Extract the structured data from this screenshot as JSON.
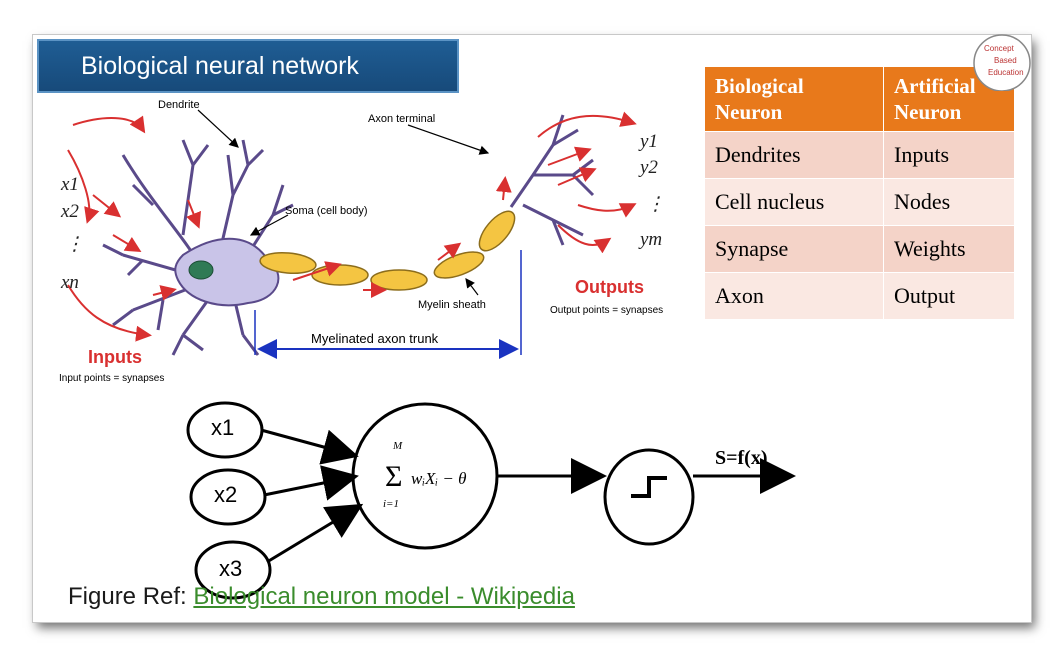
{
  "title": "Biological neural network",
  "neuron_labels": {
    "dendrite": "Dendrite",
    "axon_terminal": "Axon terminal",
    "soma": "Soma (cell body)",
    "myelin": "Myelin sheath",
    "trunk": "Myelinated axon trunk",
    "inputs": "Inputs",
    "inputs_sub": "Input points = synapses",
    "outputs": "Outputs",
    "outputs_sub": "Output points = synapses",
    "x1": "x1",
    "x2": "x2",
    "xdots": "⋮",
    "xn": "xn",
    "y1": "y1",
    "y2": "y2",
    "ydots": "⋮",
    "ym": "ym"
  },
  "table": {
    "headers": [
      "Biological Neuron",
      "Artificial Neuron"
    ],
    "rows": [
      [
        "Dendrites",
        "Inputs"
      ],
      [
        "Cell nucleus",
        "Nodes"
      ],
      [
        "Synapse",
        "Weights"
      ],
      [
        "Axon",
        "Output"
      ]
    ]
  },
  "model": {
    "inputs": [
      "x1",
      "x2",
      "x3"
    ],
    "sum_formula": "Σ wᵢXᵢ − θ",
    "sum_upper": "M",
    "sum_lower": "i=1",
    "output_label": "S=f(x)"
  },
  "reference": {
    "prefix": "Figure Ref:",
    "link_text": "Biological neuron model - Wikipedia"
  },
  "logo_text": [
    "Concept",
    "Based",
    "Education"
  ],
  "colors": {
    "title_bg": "#1f5d94",
    "table_header": "#e8791b",
    "arrow_red": "#d93030",
    "trunk_arrow": "#1a33c0",
    "link": "#3a8c2c"
  }
}
